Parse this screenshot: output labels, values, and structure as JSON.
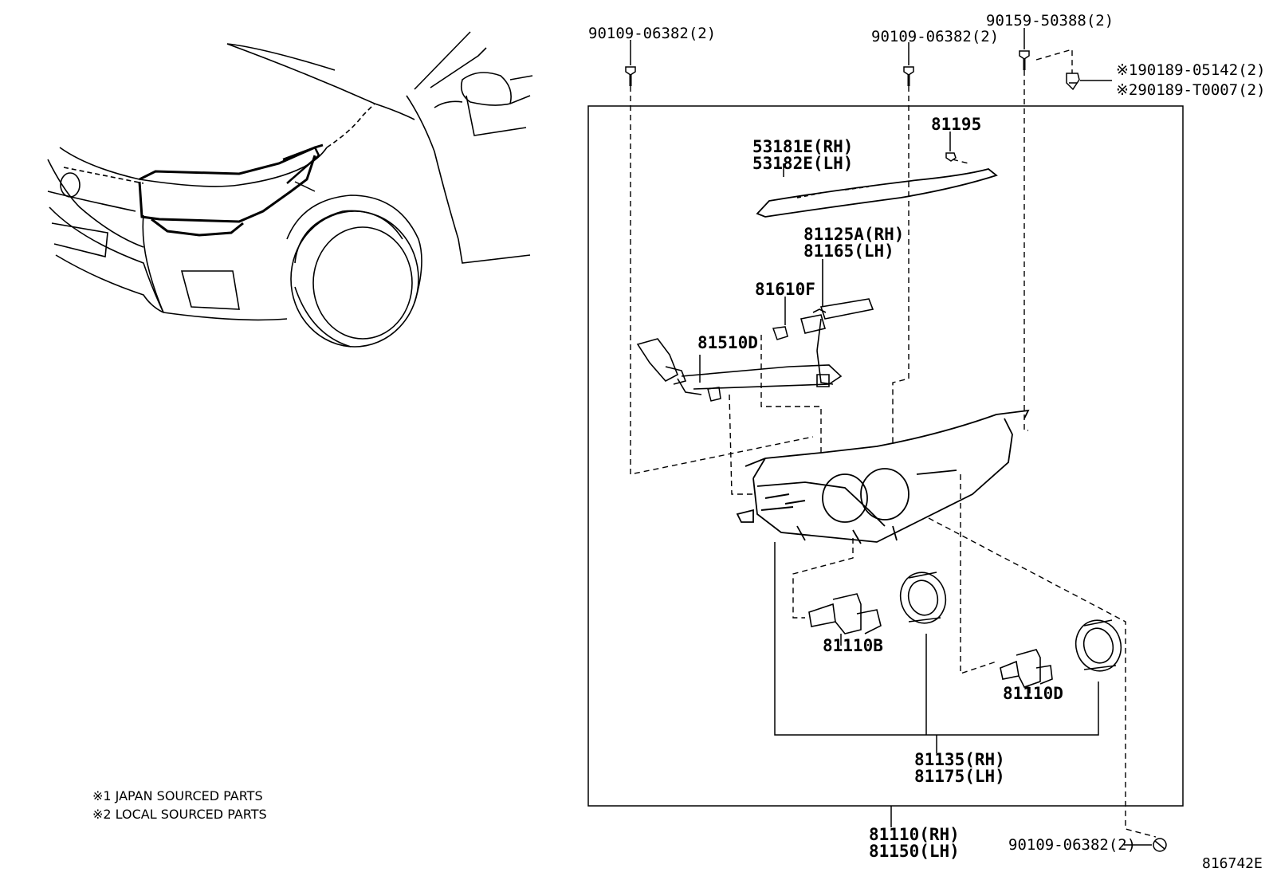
{
  "notes": {
    "note1": "※1 JAPAN SOURCED PARTS",
    "note2": "※2 LOCAL SOURCED PARTS"
  },
  "diagram_id": "816742E",
  "parts": {
    "bolt_top_left": "90109-06382(2)",
    "bolt_top_mid": "90109-06382(2)",
    "screw_top_right": "90159-50388(2)",
    "clip_japan": "90189-05142(2)",
    "clip_japan_mark": "※1",
    "clip_local": "90189-T0007(2)",
    "clip_local_mark": "※2",
    "screw_81195": "81195",
    "molding_rh": "53181E(RH)",
    "molding_lh": "53182E(LH)",
    "socket_rh": "81125A(RH)",
    "socket_lh": "81165(LH)",
    "bulb_81610f": "81610F",
    "bulb_81510d": "81510D",
    "bulb_81110b": "81110B",
    "bulb_81110d": "81110D",
    "cover_rh": "81135(RH)",
    "cover_lh": "81175(LH)",
    "headlamp_rh": "81110(RH)",
    "headlamp_lh": "81150(LH)",
    "bolt_bottom": "90109-06382(2)"
  }
}
